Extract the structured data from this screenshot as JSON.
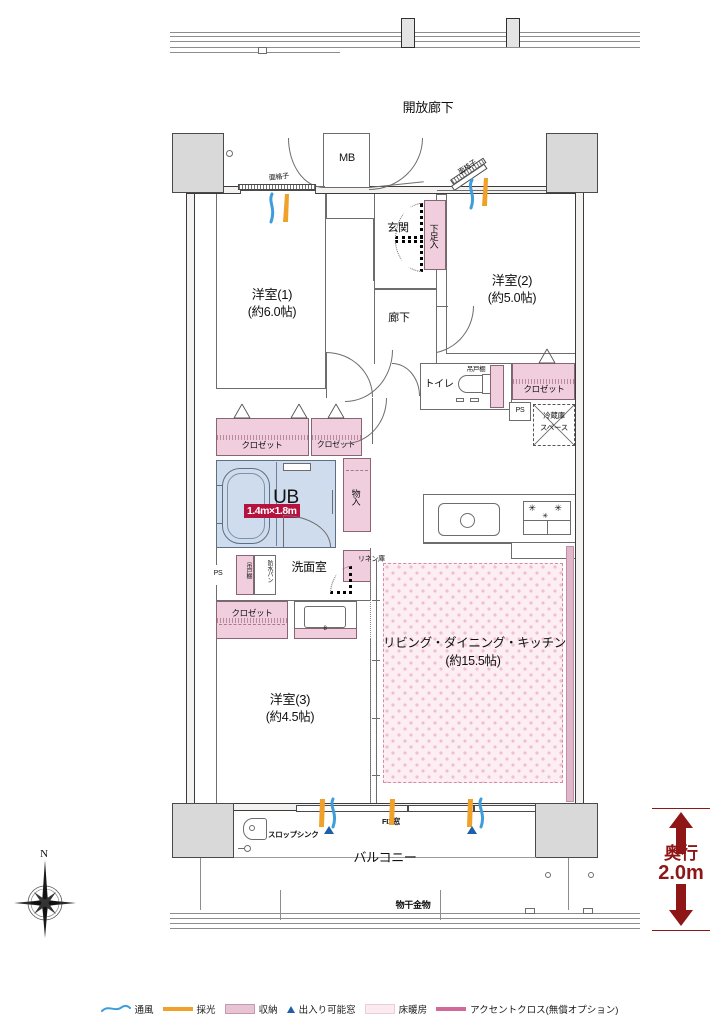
{
  "plan": {
    "title_corridor": "開放廊下",
    "rooms": [
      {
        "id": "washitsu1",
        "name": "洋室(1)",
        "area": "(約6.0帖)"
      },
      {
        "id": "washitsu2",
        "name": "洋室(2)",
        "area": "(約5.0帖)"
      },
      {
        "id": "washitsu3",
        "name": "洋室(3)",
        "area": "(約4.5帖)"
      },
      {
        "id": "ldk",
        "name": "リビング・ダイニング・キッチン",
        "area": "(約15.5帖)"
      }
    ],
    "labels": {
      "corridor_open": "開放廊下",
      "mb": "MB",
      "genkan": "玄関",
      "getabako": "下足入",
      "rouka": "廊下",
      "toilet": "トイレ",
      "tsuritodana": "吊戸棚",
      "tsuritodana2": "吊戸棚",
      "closet": "クロゼット",
      "ps": "PS",
      "ps2": "PS",
      "fridge_space_l1": "冷蔵庫",
      "fridge_space_l2": "スペース",
      "ub": "UB",
      "ub_size": "1.4m×1.8m",
      "monoire": "物入",
      "senmenshitsu": "洗面室",
      "linen": "リネン庫",
      "bousui_pan": "防水パン",
      "balcony": "バルコニー",
      "slop_sink": "スロップシンク",
      "monohoshi": "物干金物",
      "fix_window": "FIX窓",
      "mengoushi_left": "面格子",
      "mengoushi_right": "面格子",
      "closet_1": "クロゼット",
      "closet_2": "クロゼット",
      "closet_3": "クロゼット",
      "closet_4": "クロゼット"
    },
    "rooms_text": {
      "washitsu1_name": "洋室(1)",
      "washitsu1_area": "(約6.0帖)",
      "washitsu2_name": "洋室(2)",
      "washitsu2_area": "(約5.0帖)",
      "washitsu3_name": "洋室(3)",
      "washitsu3_area": "(約4.5帖)",
      "ldk_name": "リビング・ダイニング・キッチン",
      "ldk_area": "(約15.5帖)"
    },
    "depth": {
      "label": "奥行",
      "value": "2.0m"
    },
    "compass": {
      "north": "N"
    }
  },
  "legend": {
    "items": [
      {
        "key": "ventilation",
        "label": "通風",
        "symbol": "blue-wave",
        "color": "#3d9edb"
      },
      {
        "key": "daylight",
        "label": "採光",
        "symbol": "orange-line",
        "color": "#f0a12a"
      },
      {
        "key": "storage",
        "label": "収納",
        "symbol": "pink-swatch",
        "color": "#e8c3d4"
      },
      {
        "key": "openable_window",
        "label": "出入り可能窓",
        "symbol": "blue-triangle",
        "color": "#1f5fa8"
      },
      {
        "key": "floor_heating",
        "label": "床暖房",
        "symbol": "lightpink-swatch",
        "color": "#fbeaf0"
      },
      {
        "key": "accent_cloth",
        "label": "アクセントクロス(無償オプション)",
        "symbol": "magenta-bar",
        "color": "#d16a9b"
      }
    ]
  },
  "colors": {
    "storage_pink": "#f0cede",
    "bath_blue": "#cfdcee",
    "floor_heat": "#fdeef3",
    "accent": "#e0b7c9",
    "depth_red": "#8e1616",
    "badge_red": "#b5123f",
    "column_gray": "#d9d9d9",
    "wall_gray": "#f3f2f0"
  }
}
